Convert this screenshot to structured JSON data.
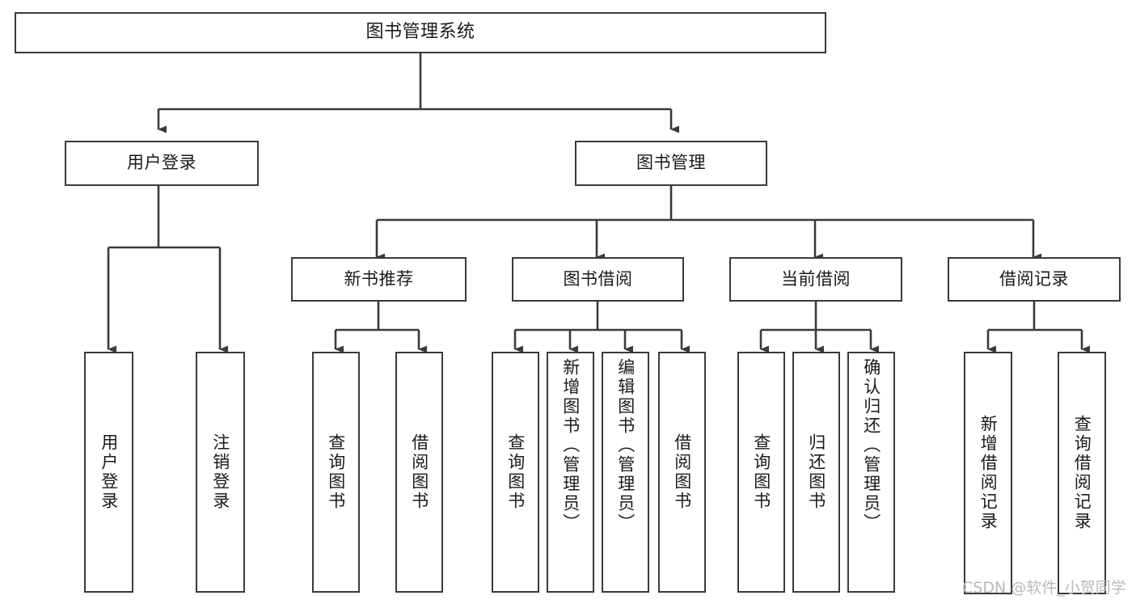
{
  "diagram": {
    "title": "图书管理系统",
    "type": "hierarchy-tree",
    "line_color": "#3a3a3a",
    "box_fill": "#ffffff",
    "text_color": "#1a1a1a",
    "background": "#ffffff"
  },
  "nodes": {
    "root": {
      "label": "图书管理系统"
    },
    "level2": [
      {
        "label": "用户登录"
      },
      {
        "label": "图书管理"
      }
    ],
    "level3": [
      {
        "label": "新书推荐"
      },
      {
        "label": "图书借阅"
      },
      {
        "label": "当前借阅"
      },
      {
        "label": "借阅记录"
      }
    ],
    "leaves": {
      "user_login": [
        {
          "label": "用户登录"
        },
        {
          "label": "注销登录"
        }
      ],
      "new_book": [
        {
          "label": "查询图书"
        },
        {
          "label": "借阅图书"
        }
      ],
      "book_borrow": [
        {
          "label": "查询图书"
        },
        {
          "label": "新增图书（管理员）"
        },
        {
          "label": "编辑图书（管理员）"
        },
        {
          "label": "借阅图书"
        }
      ],
      "current_borrow": [
        {
          "label": "查询图书"
        },
        {
          "label": "归还图书"
        },
        {
          "label": "确认归还（管理员）"
        }
      ],
      "borrow_record": [
        {
          "label": "新增借阅记录"
        },
        {
          "label": "查询借阅记录"
        }
      ]
    }
  },
  "watermark": {
    "text": "CSDN @软件_小贺同学"
  }
}
